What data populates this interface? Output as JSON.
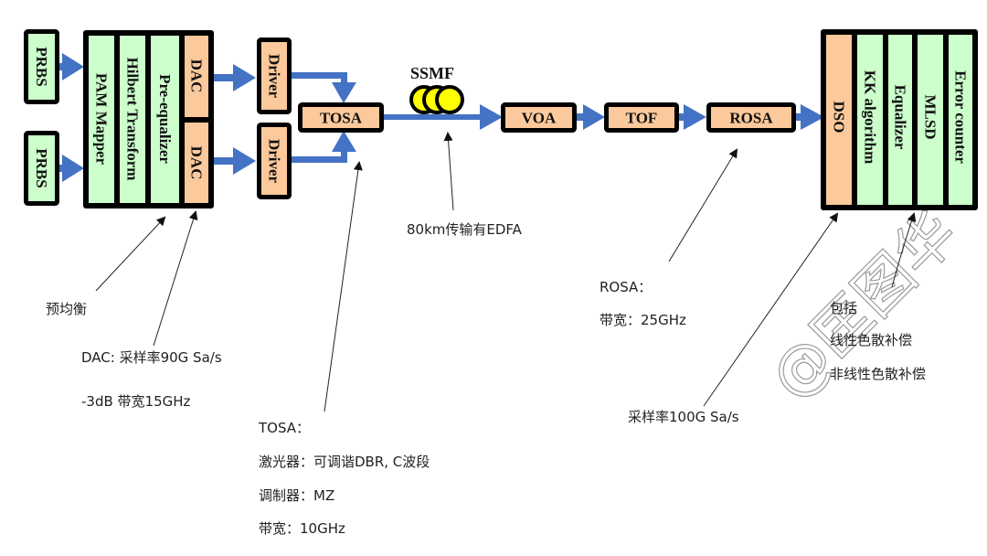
{
  "colors": {
    "dsp_block": "#ccffcc",
    "hardware_block": "#fbc99b",
    "border": "#000000",
    "signal_arrow": "#4472c4",
    "pointer_line": "#222222",
    "fiber_coil": "#ffff00"
  },
  "transmitter": {
    "prbs": [
      "PRBS",
      "PRBS"
    ],
    "dsp_stack": [
      "PAM Mapper",
      "Hilbert Transform",
      "Pre-equalizer"
    ],
    "dac": [
      "DAC",
      "DAC"
    ],
    "drivers": [
      "Driver",
      "Driver"
    ],
    "tosa": "TOSA"
  },
  "link": {
    "fiber_label": "SSMF",
    "chain": [
      "VOA",
      "TOF",
      "ROSA"
    ]
  },
  "receiver": {
    "dso": "DSO",
    "dsp_stack": [
      "KK algorithm",
      "Equalizer",
      "MLSD",
      "Error counter"
    ]
  },
  "annotations": {
    "pre_eq": "预均衡",
    "dac_line1": "DAC: 采样率90G Sa/s",
    "dac_line2": "-3dB 带宽15GHz",
    "tosa_title": "TOSA：",
    "tosa_laser": "激光器：可调谐DBR, C波段",
    "tosa_modulator": "调制器：MZ",
    "tosa_bandwidth": "带宽：10GHz",
    "fiber": "80km传输有EDFA",
    "rosa_title": "ROSA：",
    "rosa_bandwidth": "带宽：25GHz",
    "dso_rate": "采样率100G Sa/s",
    "dsp_includes": "包括",
    "dsp_item1": "线性色散补偿",
    "dsp_item2": "非线性色散补偿"
  },
  "watermark": "@匡图华"
}
